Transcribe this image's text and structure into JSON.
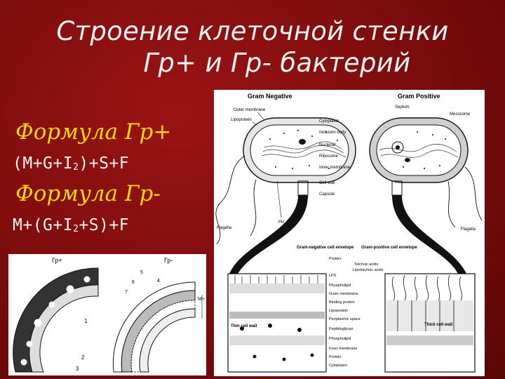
{
  "title": {
    "line1": "Строение клеточной стенки",
    "line2": "Гр+ и Гр- бактерий"
  },
  "formulas": {
    "gram_positive_label": "Формула Гр+",
    "gram_positive_text": "(M+G+I2)+S+F",
    "gram_negative_label": "Формула Гр-",
    "gram_negative_text": "M+(G+I2+S)+F"
  },
  "scheme": {
    "gram_negative_header": "Gram Negative",
    "gram_positive_header": "Gram Positive",
    "left_labels": [
      "Outer membrane",
      "Lipoprotein"
    ],
    "center_labels": [
      "Cytoplasm",
      "Inclusion body",
      "Nucleoid",
      "Ribosome",
      "Inner membrane",
      "Cell wall",
      "Capsule"
    ],
    "right_labels": [
      "Septum",
      "Mesosome"
    ],
    "flagella_label_left": "Flagella",
    "flagella_label_right": "Flagella",
    "pili_label": "Pili",
    "envelope_labels": [
      "Gram-negative cell envelope",
      "Gram-positive cell envelope"
    ],
    "envelope_parts": [
      "Protein",
      "Teichoic acids",
      "Lipoteichoic acids",
      "LPS",
      "Phospholipid",
      "Outer membrane",
      "Binding protein",
      "Lipoprotein",
      "Periplasmic space",
      "Peptidoglycan",
      "Phospholipid",
      "Inner membrane",
      "Protein",
      "Cytoplasm"
    ],
    "thin_wall_label": "Thin cell wall",
    "thick_wall_label": "Thick cell wall"
  },
  "cross_section": {
    "left_header": "Гр+",
    "right_header": "Гр-",
    "left_labels": [
      "1",
      "2",
      "3"
    ],
    "right_labels": [
      "5",
      "6",
      "7",
      "4"
    ],
    "side_label": "M+"
  }
}
